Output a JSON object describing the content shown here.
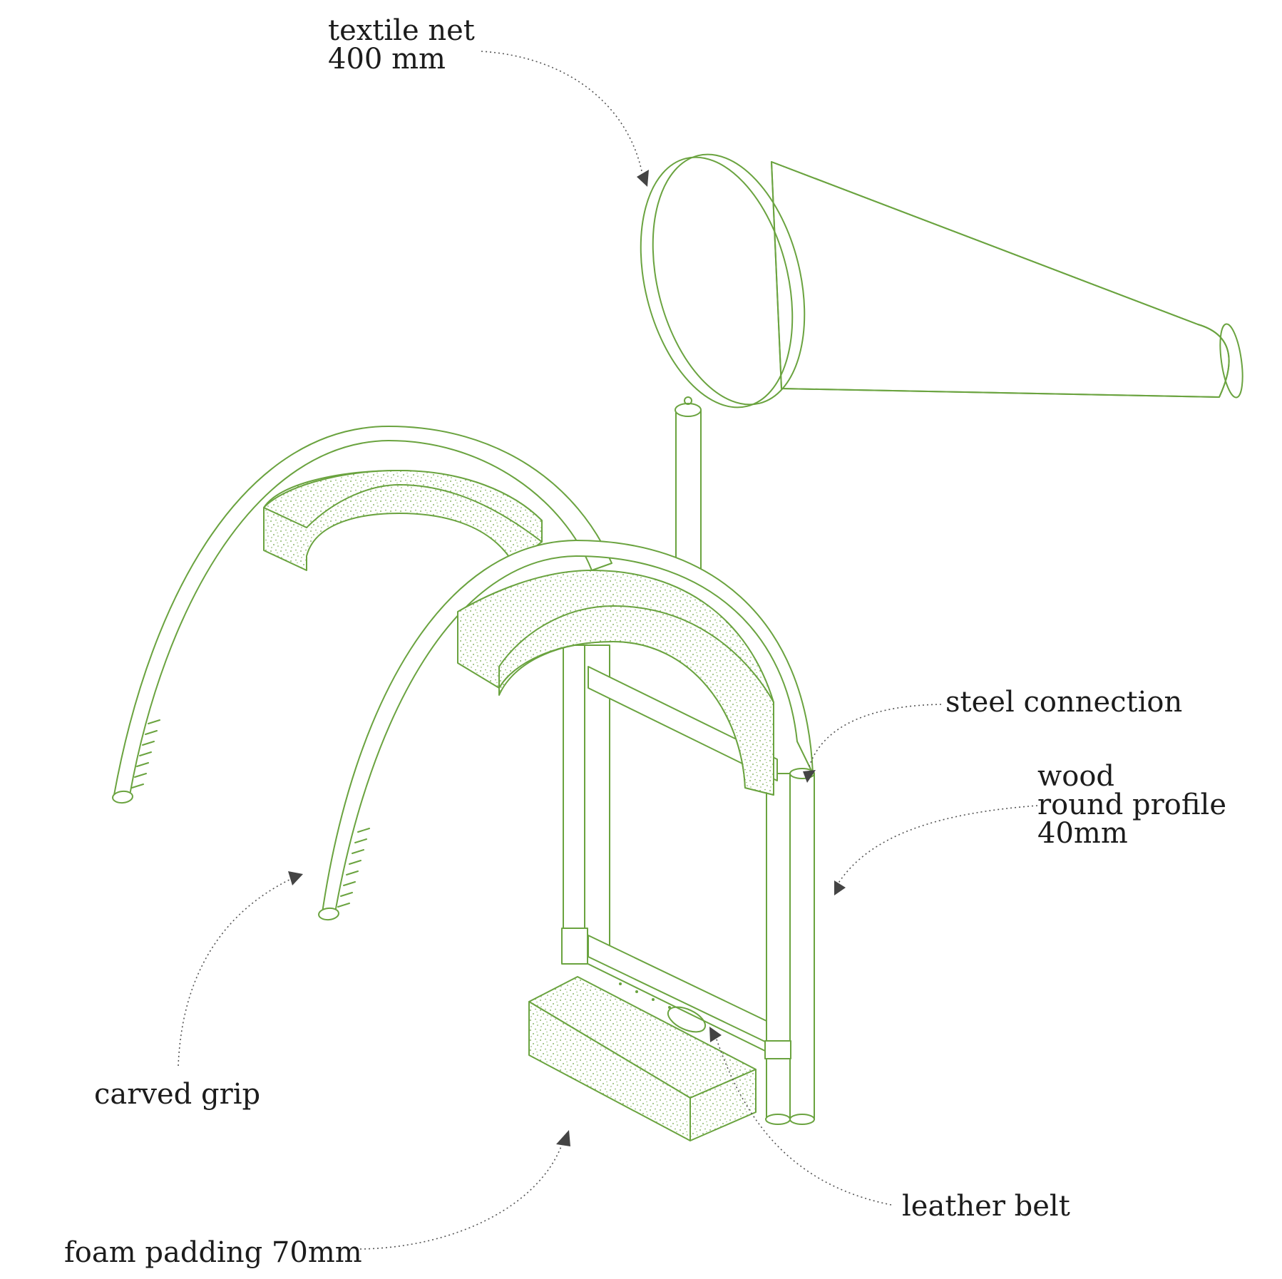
{
  "labels": {
    "textile_net": [
      "textile net",
      "400 mm"
    ],
    "steel_connection": "steel connection",
    "wood_profile": [
      "wood",
      "round profile",
      "40mm"
    ],
    "carved_grip": "carved grip",
    "leather_belt": "leather belt",
    "foam_padding": "foam padding 70mm"
  },
  "colors": {
    "line": "#6aa33f",
    "text": "#1c1c1c",
    "leader": "#555555",
    "background": "#ffffff"
  }
}
